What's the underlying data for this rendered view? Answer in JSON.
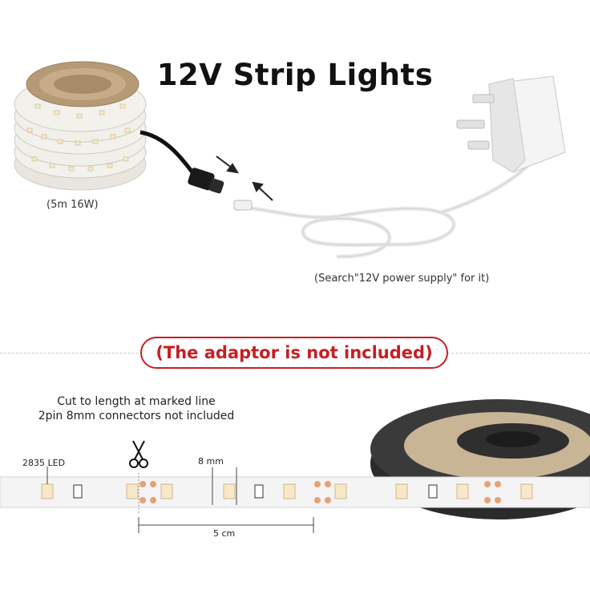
{
  "title": "12V Strip Lights",
  "strip_caption": "(5m 16W)",
  "supply_caption": "(Search\"12V power supply\" for it)",
  "warning": "(The adaptor is not included)",
  "cut_note": {
    "line1": "Cut to length at marked line",
    "line2": "2pin 8mm connectors not included"
  },
  "dimensions": {
    "led_type": "2835 LED",
    "pad_width": "8 mm",
    "cut_interval": "5 cm"
  },
  "colors": {
    "warning": "#c81e24",
    "strip": "#f4f4f4",
    "led": "#f6e8c8",
    "pad": "#e8a07a"
  },
  "icons": [
    "scissors-icon",
    "plug-in-arrow-icon",
    "plug-out-arrow-icon"
  ]
}
